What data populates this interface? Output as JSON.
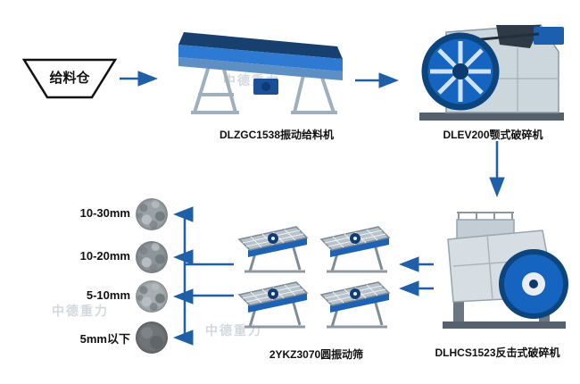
{
  "diagram": {
    "hopper": {
      "label": "给料仓"
    },
    "machines": {
      "feeder": {
        "caption": "DLZGC1538振动给料机"
      },
      "jaw_crusher": {
        "caption": "DLEV200颚式破碎机"
      },
      "impact_crusher": {
        "caption": "DLHCS1523反击式破碎机"
      },
      "screen": {
        "caption": "2YKZ3070圆振动筛"
      }
    },
    "products": [
      {
        "label": "10-30mm"
      },
      {
        "label": "10-20mm"
      },
      {
        "label": "5-10mm"
      },
      {
        "label": "5mm以下"
      }
    ],
    "watermark": "中德重力",
    "colors": {
      "arrow": "#1f5fa8",
      "machine_blue": "#1565c0",
      "frame_gray": "#9aa7b0",
      "text": "#111111"
    }
  }
}
